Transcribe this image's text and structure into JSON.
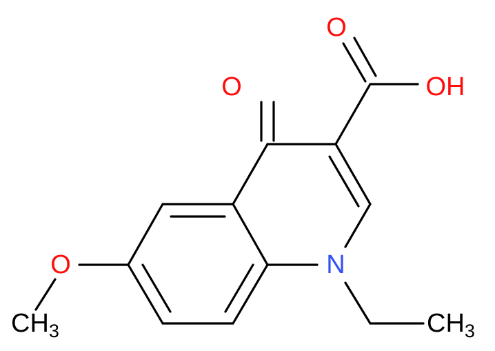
{
  "atoms": {
    "carbonyl_oxygen": "O",
    "acid_carbonyl_oxygen": "O",
    "acid_hydroxyl": "OH",
    "ring_nitrogen": "N",
    "ether_oxygen": "O",
    "methoxy_methyl": {
      "main": "CH",
      "sub": "3"
    },
    "ethyl_methyl": {
      "main": "CH",
      "sub": "3"
    }
  },
  "colors": {
    "bond": "#000000",
    "oxygen": "#ff0d0d",
    "nitrogen": "#3050f8",
    "carbon_label": "#000000"
  }
}
